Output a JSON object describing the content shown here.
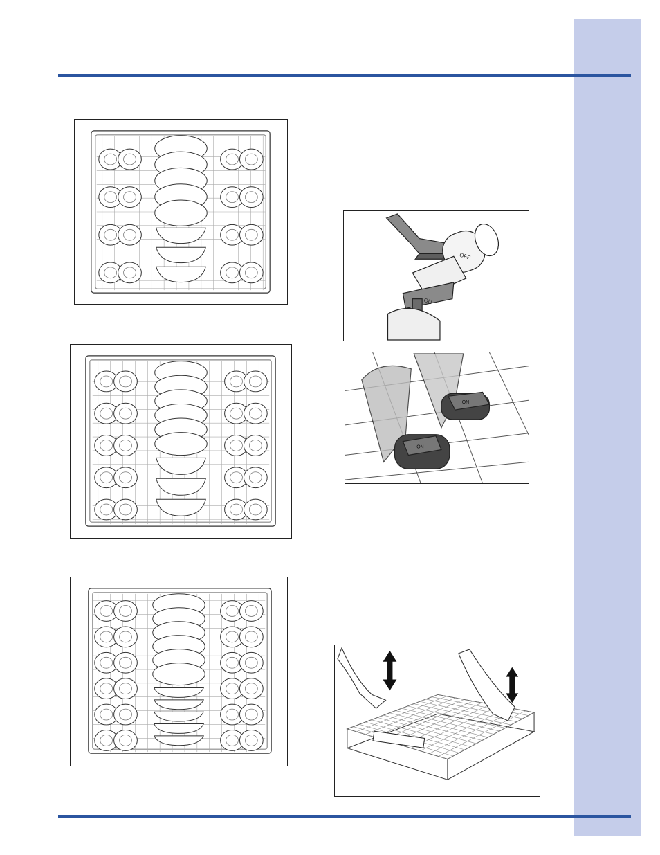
{
  "page": {
    "colors": {
      "accent_rule": "#2b55a0",
      "side_tab": "#c5cdea",
      "line_art": "#222222",
      "mechanism_gray": "#7a7a7a"
    }
  },
  "figures": [
    {
      "id": "upper-rack-loading-1",
      "icon": "dishwasher-rack-loaded-icon",
      "rows": 4,
      "plates": 5,
      "bowls": 3
    },
    {
      "id": "upper-rack-loading-2",
      "icon": "dishwasher-rack-loaded-icon",
      "rows": 5,
      "plates": 6,
      "bowls": 3
    },
    {
      "id": "upper-rack-loading-3",
      "icon": "dishwasher-rack-loaded-icon",
      "rows": 6,
      "plates": 6,
      "bowls": 5
    },
    {
      "id": "stemware-holder-detail",
      "icon": "stemware-holder-icon",
      "labels": [
        "OFF",
        "ON"
      ]
    },
    {
      "id": "stemware-holder-in-use",
      "icon": "stemware-glasses-icon",
      "labels": [
        "ON",
        "ON"
      ]
    },
    {
      "id": "rack-height-adjustment",
      "icon": "rack-lift-arrows-icon"
    }
  ]
}
